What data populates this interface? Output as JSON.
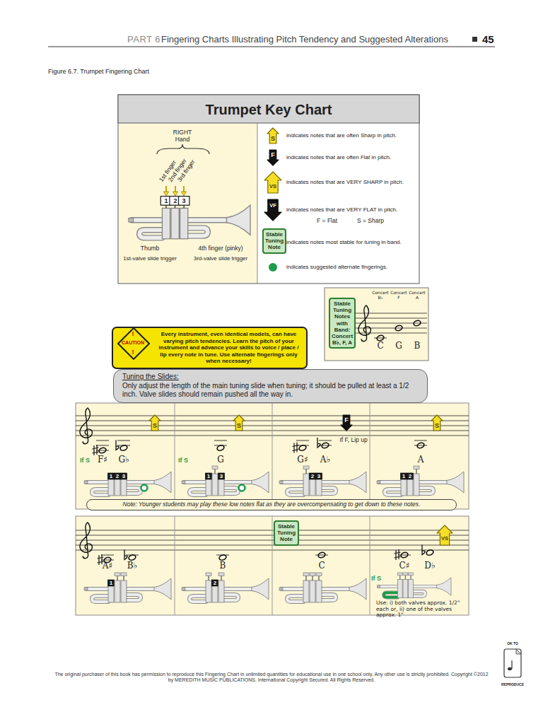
{
  "diagram": {
    "title": "Trumpet Key Chart",
    "caption": "Figure 6.7. Trumpet Fingering Chart",
    "nodes": [
      {
        "text": [
          "Stable Tuning Note"
        ]
      },
      {
        "text": [
          "Stable Tuning Notes with Band: Concert B♭, F, A"
        ]
      },
      {
        "text": [
          "Every instrument, even identical models, can have varying pitch tendencies. Learn the pitch of your instrument and advance your skills to voice / place / lip every note in tune. Use alternate fingerings only when necessary!"
        ]
      },
      {
        "text": [
          "Tuning the Slides:",
          "Only adjust the length of the main tuning slide when tuning; it should be pulled at least a 1/2 inch. Valve slides should remain pushed all the way in."
        ]
      },
      {
        "text": [
          "Note: Younger students may play these low notes flat as they are overcompensating to get down to these notes."
        ]
      },
      {
        "text": [
          "Stable Tuning Note"
        ]
      }
    ],
    "labels": [
      "PART 6",
      "Fingering Charts Illustrating Pitch Tendency and Suggested Alterations",
      "45",
      "RIGHT Hand",
      "1st finger",
      "2nd finger",
      "3rd finger",
      "1",
      "2",
      "3",
      "Thumb",
      "1st-valve slide trigger",
      "4th finger (pinky)",
      "3rd-valve slide trigger",
      "S",
      "F",
      "VS",
      "VF",
      "F = Flat",
      "S = Sharp",
      "Concert B♭",
      "Concert F",
      "Concert A",
      "C",
      "G",
      "B",
      "!",
      "CAUTION",
      "!",
      "F♯",
      "G♭",
      "S",
      "If S",
      "1",
      "2",
      "3",
      "G",
      "S",
      "If S",
      "1",
      "3",
      "G♯",
      "A♭",
      "F",
      "If F, Lip up",
      "2",
      "3",
      "A",
      "S",
      "1",
      "2",
      "A♯",
      "B♭",
      "1",
      "B",
      "2",
      "C",
      "C♯",
      "D♭",
      "VS",
      "If S",
      "Use: i) both valves approx. 1/2\" each or, ii) one of the valves approx. 1\"",
      "The original purchaser of this book has permission to reproduce this Fingering Chart in unlimited quantities for educational use in one school only. Any other use is strictly prohibited. Copyright ©2012 by MEREDITH MUSIC PUBLICATIONS. International Copyright Secured. All Rights Reserved.",
      "OK TO",
      "REPRODUCE"
    ],
    "legend": [
      {
        "text": "indicates notes that are often Sharp in pitch."
      },
      {
        "text": "indicates notes that are often Flat in pitch."
      },
      {
        "text": "indicates notes that are VERY SHARP in pitch."
      },
      {
        "text": "indicates notes that are VERY FLAT in pitch."
      },
      {
        "text": "indicates notes most stable for tuning in band."
      },
      {
        "text": "indicates suggested alternate fingerings.",
        "color": "#1e9b4b"
      }
    ]
  }
}
